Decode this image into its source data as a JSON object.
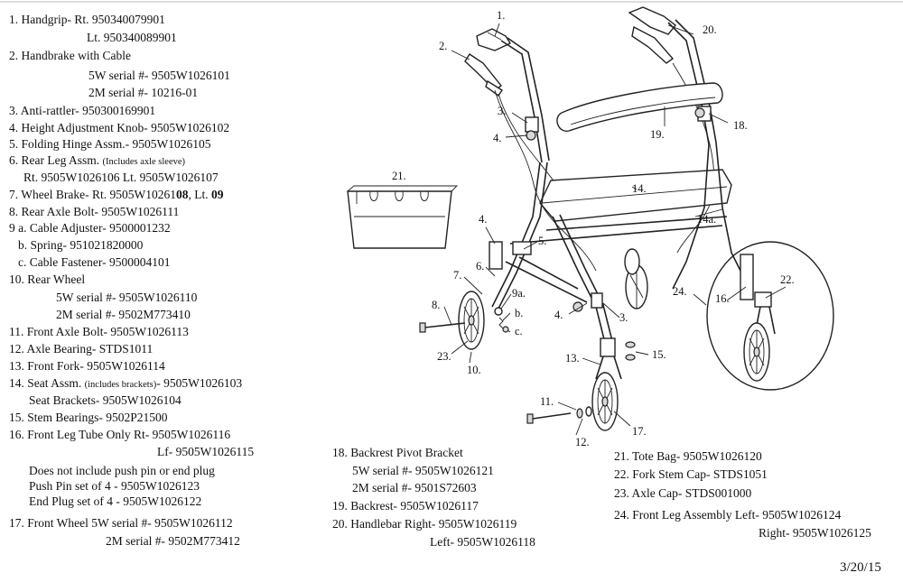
{
  "parts_left": [
    {
      "key": "p1a",
      "text": "1. Handgrip- Rt. 950340079901"
    },
    {
      "key": "p1b",
      "text": "Lt. 950340089901"
    },
    {
      "key": "p2",
      "text": "2. Handbrake with Cable"
    },
    {
      "key": "p2a",
      "text": "5W serial #- 9505W1026101"
    },
    {
      "key": "p2b",
      "text": "2M serial #- 10216-01"
    },
    {
      "key": "p3",
      "text": "3. Anti-rattler- 950300169901"
    },
    {
      "key": "p4",
      "text": "4. Height Adjustment Knob- 9505W1026102"
    },
    {
      "key": "p5",
      "text": "5. Folding Hinge Assm.- 9505W1026105"
    },
    {
      "key": "p6",
      "text": "6. Rear Leg Assm."
    },
    {
      "key": "p6note",
      "text": "(Includes axle sleeve)"
    },
    {
      "key": "p6b",
      "text": "Rt. 9505W1026106  Lt. 9505W1026107"
    },
    {
      "key": "p7a",
      "text": "7. Wheel Brake- Rt. 9505W10261"
    },
    {
      "key": "p7b",
      "text": "08"
    },
    {
      "key": "p7c",
      "text": ", Lt. "
    },
    {
      "key": "p7d",
      "text": "09"
    },
    {
      "key": "p8",
      "text": "8. Rear Axle Bolt- 9505W1026111"
    },
    {
      "key": "p9a",
      "text": "9 a. Cable Adjuster- 9500001232"
    },
    {
      "key": "p9b",
      "text": "b. Spring- 951021820000"
    },
    {
      "key": "p9c",
      "text": "c. Cable Fastener- 9500004101"
    },
    {
      "key": "p10",
      "text": "10. Rear Wheel"
    },
    {
      "key": "p10a",
      "text": "5W serial #- 9505W1026110"
    },
    {
      "key": "p10b",
      "text": "2M serial #- 9502M773410"
    },
    {
      "key": "p11",
      "text": "11. Front Axle Bolt- 9505W1026113"
    },
    {
      "key": "p12",
      "text": "12. Axle Bearing- STDS1011"
    },
    {
      "key": "p13",
      "text": "13. Front Fork- 9505W1026114"
    },
    {
      "key": "p14",
      "text": "14. Seat Assm."
    },
    {
      "key": "p14note",
      "text": "(includes brackets)"
    },
    {
      "key": "p14c",
      "text": "- 9505W1026103"
    },
    {
      "key": "p14b",
      "text": "Seat Brackets- 9505W1026104"
    },
    {
      "key": "p15",
      "text": "15. Stem Bearings- 9502P21500"
    },
    {
      "key": "p16",
      "text": "16. Front Leg Tube Only Rt- 9505W1026116"
    },
    {
      "key": "p16b",
      "text": "Lf- 9505W1026115"
    },
    {
      "key": "p16c",
      "text": "Does not include push pin or end plug"
    },
    {
      "key": "p16d",
      "text": "Push Pin set of 4 - 9505W1026123"
    },
    {
      "key": "p16e",
      "text": "End Plug set of 4 - 9505W1026122"
    },
    {
      "key": "p17",
      "text": "17. Front Wheel 5W serial #- 9505W1026112"
    },
    {
      "key": "p17b",
      "text": "2M serial #- 9502M773412"
    }
  ],
  "parts_mid": {
    "p18": "18. Backrest Pivot Bracket",
    "p18a": "5W serial #- 9505W1026121",
    "p18b": "2M serial #- 9501S72603",
    "p19": "19. Backrest- 9505W1026117",
    "p20": "20. Handlebar Right- 9505W1026119",
    "p20b": "Left- 9505W1026118"
  },
  "parts_right": {
    "p21": "21. Tote Bag- 9505W1026120",
    "p22": "22. Fork Stem Cap- STDS1051",
    "p23": "23. Axle Cap- STDS001000",
    "p24": "24. Front Leg Assembly",
    "p24a": "Left- 9505W1026124",
    "p24b": "Right- 9505W1026125"
  },
  "date": "3/20/15",
  "callouts": {
    "c1": "1.",
    "c2": "2.",
    "c3": "3.",
    "c4": "4.",
    "c20": "20.",
    "c18": "18.",
    "c19": "19.",
    "c21": "21.",
    "c14": "14.",
    "c14a": "14a.",
    "c5": "5.",
    "c6": "6.",
    "c7": "7.",
    "c9a": "9a.",
    "c9b": "b.",
    "c9c": "c.",
    "c8": "8.",
    "c23": "23.",
    "c10": "10.",
    "c4b": "4.",
    "c3b": "3.",
    "c24": "24.",
    "c16": "16.",
    "c22": "22.",
    "c13": "13.",
    "c15": "15.",
    "c11": "11.",
    "c12": "12.",
    "c17": "17.",
    "c4c": "4."
  }
}
